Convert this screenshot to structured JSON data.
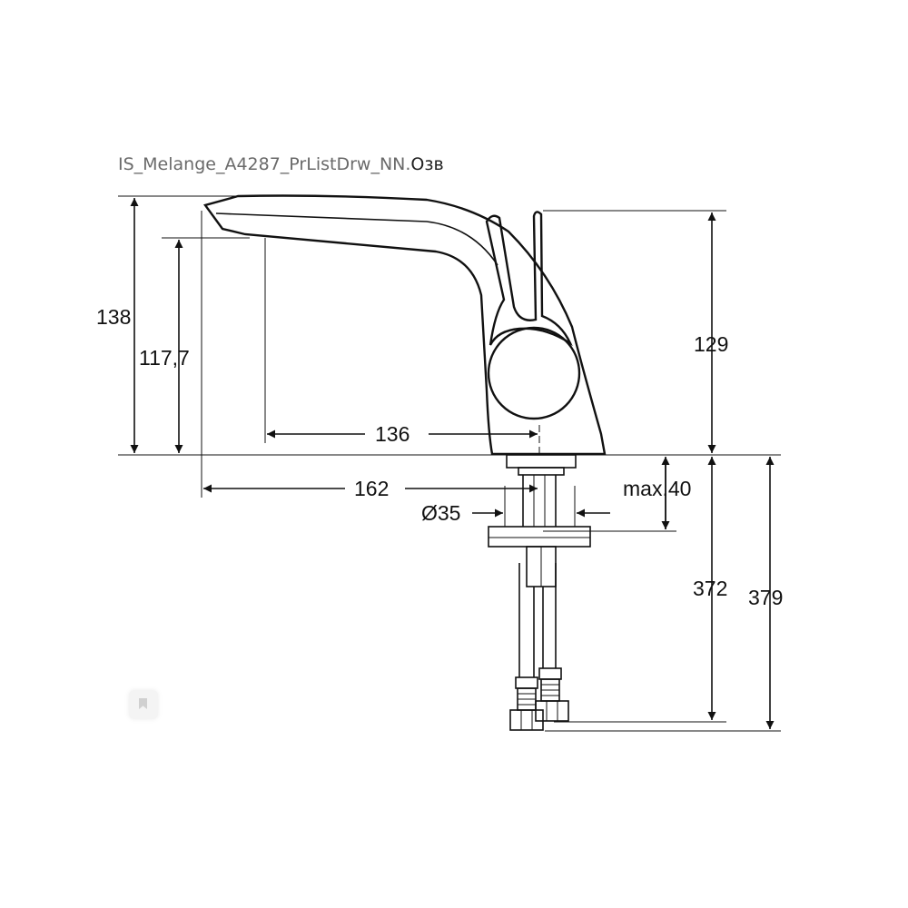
{
  "file_name": {
    "main": "IS_Melange_A4287_PrListDrw_NN.",
    "suffix": "Озв"
  },
  "dimensions": {
    "total_height": "138",
    "spout_height": "117,7",
    "spout_projection": "136",
    "total_depth": "162",
    "lever_height": "129",
    "hole_diameter": "Ø35",
    "max_deck": "max.40",
    "hose_length": "372",
    "total_below": "379"
  }
}
